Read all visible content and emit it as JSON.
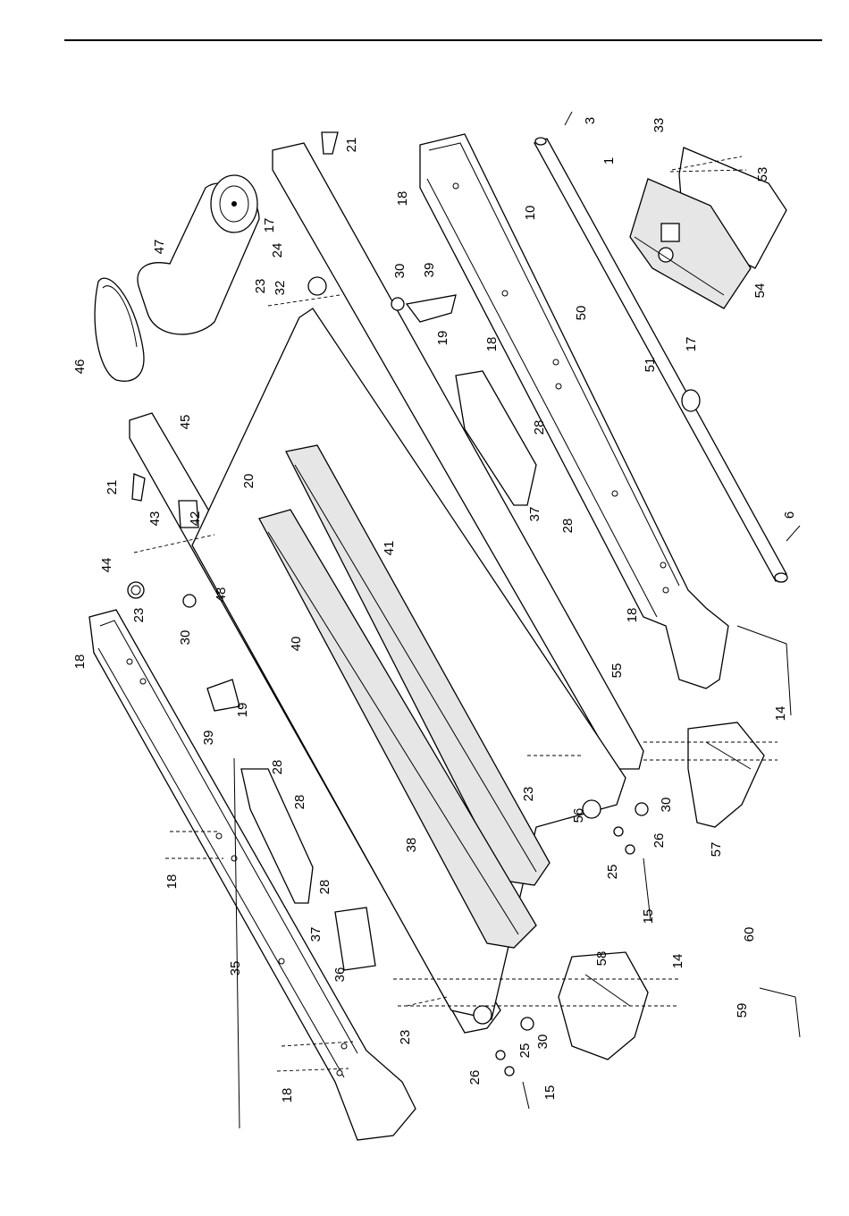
{
  "diagram": {
    "callouts": [
      {
        "label": "3"
      },
      {
        "label": "21"
      },
      {
        "label": "33"
      },
      {
        "label": "1"
      },
      {
        "label": "53"
      },
      {
        "label": "18"
      },
      {
        "label": "10"
      },
      {
        "label": "17"
      },
      {
        "label": "47"
      },
      {
        "label": "24"
      },
      {
        "label": "23"
      },
      {
        "label": "32"
      },
      {
        "label": "30"
      },
      {
        "label": "39"
      },
      {
        "label": "54"
      },
      {
        "label": "50"
      },
      {
        "label": "19"
      },
      {
        "label": "17"
      },
      {
        "label": "51"
      },
      {
        "label": "46"
      },
      {
        "label": "18"
      },
      {
        "label": "45"
      },
      {
        "label": "28"
      },
      {
        "label": "20"
      },
      {
        "label": "21"
      },
      {
        "label": "42"
      },
      {
        "label": "43"
      },
      {
        "label": "37"
      },
      {
        "label": "28"
      },
      {
        "label": "44"
      },
      {
        "label": "41"
      },
      {
        "label": "6"
      },
      {
        "label": "23"
      },
      {
        "label": "48"
      },
      {
        "label": "30"
      },
      {
        "label": "18"
      },
      {
        "label": "18"
      },
      {
        "label": "40"
      },
      {
        "label": "55"
      },
      {
        "label": "19"
      },
      {
        "label": "39"
      },
      {
        "label": "14"
      },
      {
        "label": "28"
      },
      {
        "label": "28"
      },
      {
        "label": "23"
      },
      {
        "label": "56"
      },
      {
        "label": "30"
      },
      {
        "label": "18"
      },
      {
        "label": "28"
      },
      {
        "label": "38"
      },
      {
        "label": "26"
      },
      {
        "label": "25"
      },
      {
        "label": "57"
      },
      {
        "label": "37"
      },
      {
        "label": "15"
      },
      {
        "label": "60"
      },
      {
        "label": "35"
      },
      {
        "label": "36"
      },
      {
        "label": "58"
      },
      {
        "label": "14"
      },
      {
        "label": "59"
      },
      {
        "label": "23"
      },
      {
        "label": "30"
      },
      {
        "label": "25"
      },
      {
        "label": "26"
      },
      {
        "label": "15"
      },
      {
        "label": "18"
      }
    ]
  }
}
